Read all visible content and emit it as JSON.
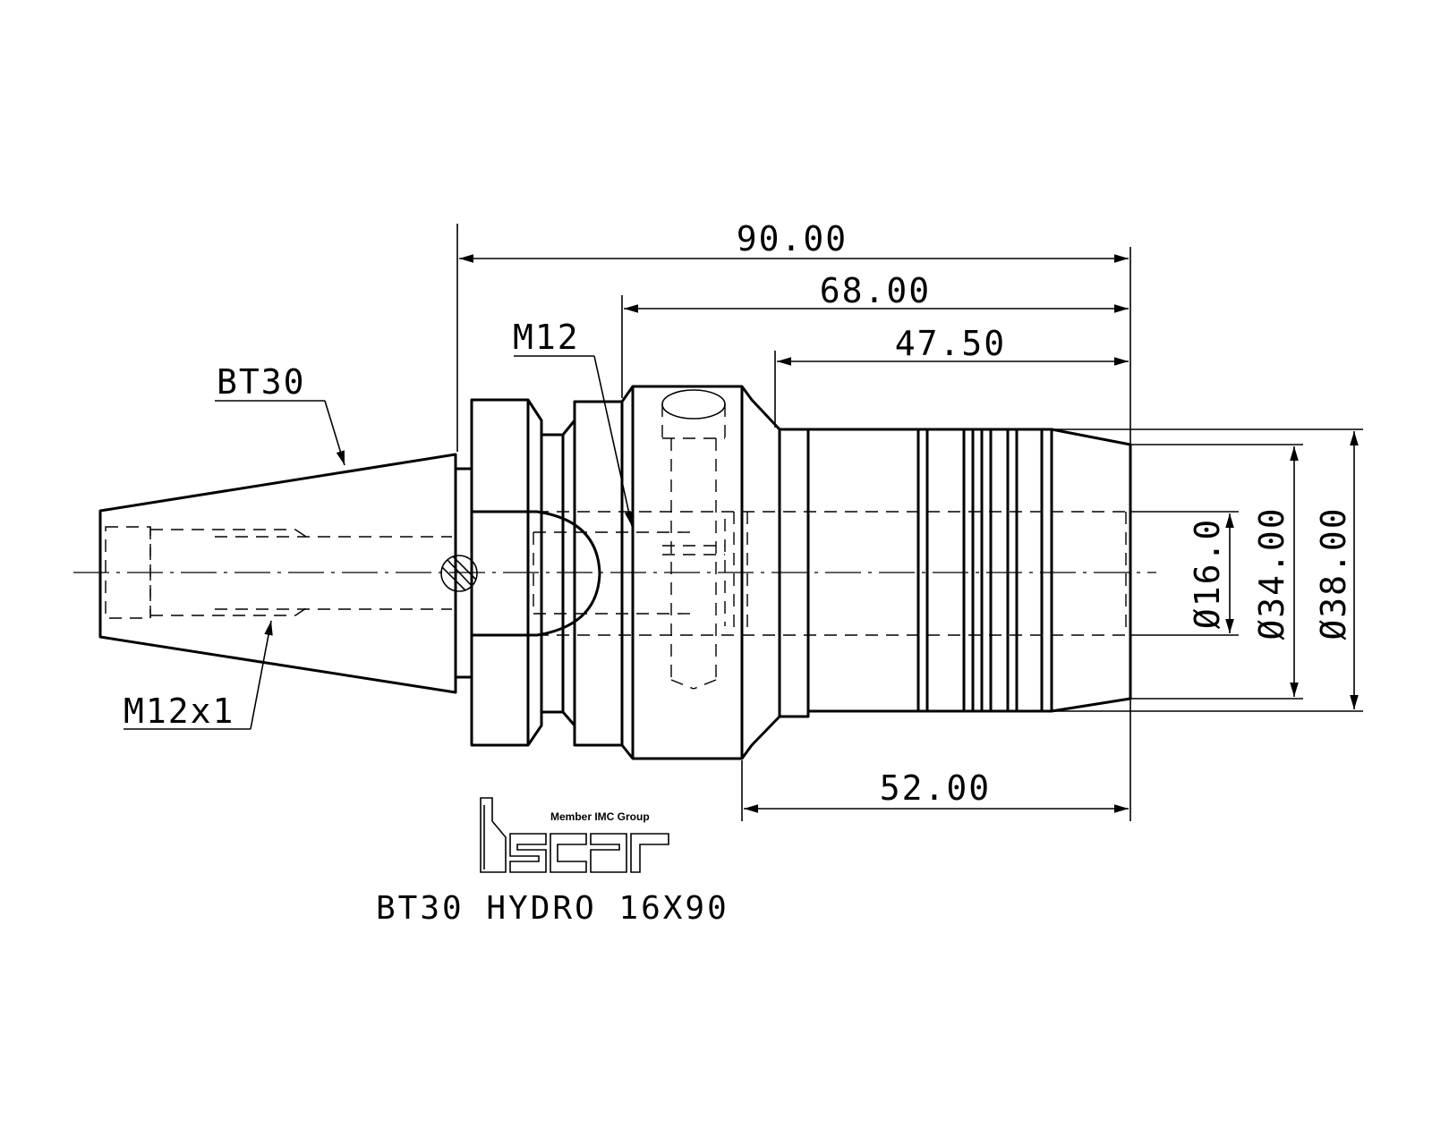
{
  "title": "BT30 HYDRO 16X90",
  "logo": {
    "tagline": "Member IMC Group",
    "wordmark": "iscar"
  },
  "labels": {
    "taper": "BT30",
    "pull_stud_thread": "M12x1",
    "clamp_screw": "M12"
  },
  "dimensions": {
    "overall_length": "90.00",
    "length_68": "68.00",
    "length_47_5": "47.50",
    "length_52": "52.00",
    "bore_diameter": "Ø16.0",
    "body_diameter_34": "Ø34.00",
    "body_diameter_38": "Ø38.00"
  }
}
